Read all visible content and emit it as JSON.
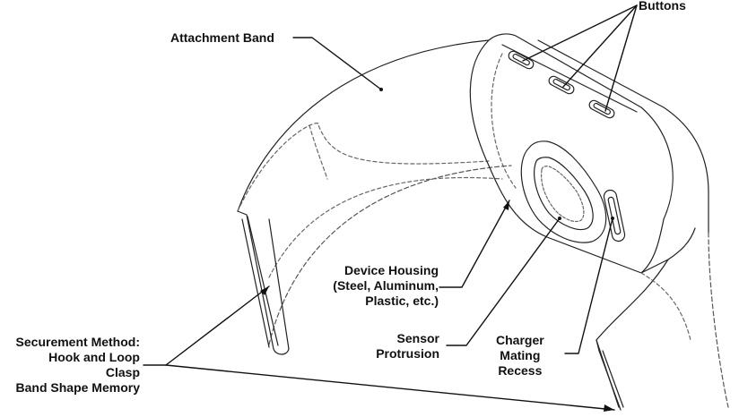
{
  "labels": {
    "buttons": "Buttons",
    "attachment_band": "Attachment Band",
    "device_housing": [
      "Device Housing",
      "(Steel, Aluminum,",
      "Plastic, etc.)"
    ],
    "securement_method": [
      "Securement Method:",
      "Hook and Loop",
      "Clasp",
      "Band Shape Memory"
    ],
    "sensor_protrusion": [
      "Sensor",
      "Protrusion"
    ],
    "charger_mating_recess": [
      "Charger",
      "Mating",
      "Recess"
    ]
  },
  "colors": {
    "ink": "#111111",
    "line": "#222222",
    "dash": "#555555"
  }
}
